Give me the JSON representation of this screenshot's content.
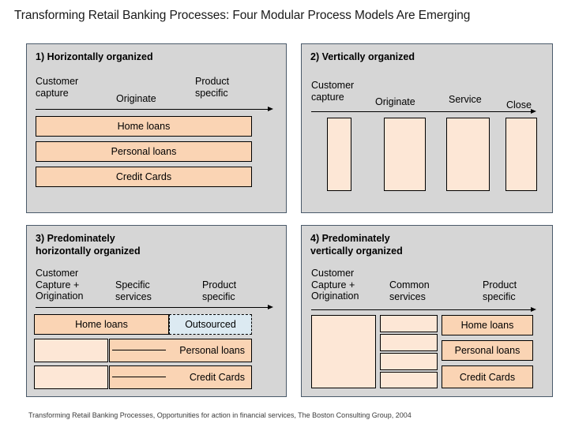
{
  "slide": {
    "title": "Transforming Retail Banking Processes: Four Modular Process Models Are Emerging",
    "footnote": "Transforming Retail Banking Processes, Opportunities for action in financial services, The Boston Consulting Group, 2004"
  },
  "colors": {
    "panel_background": "#d6d6d6",
    "panel_border": "#4a5a6a",
    "peach_dark": "#fad4b4",
    "peach_light": "#fde7d6",
    "outsourced_blue": "#dceaf2",
    "page_background": "#ffffff"
  },
  "panels": [
    {
      "id": "1",
      "heading": "1) Horizontally organized",
      "stage_labels": [
        "Customer\ncapture",
        "Originate",
        "Product\nspecific"
      ],
      "bars": [
        "Home loans",
        "Personal loans",
        "Credit Cards"
      ]
    },
    {
      "id": "2",
      "heading": "2) Vertically organized",
      "stage_labels": [
        "Customer\ncapture",
        "Originate",
        "Service",
        "Close"
      ],
      "columns": [
        "",
        "",
        "",
        ""
      ]
    },
    {
      "id": "3",
      "heading": "3) Predominately\n   horizontally  organized",
      "stage_labels": [
        "Customer\nCapture +\nOrigination",
        "Specific\nservices",
        "Product\nspecific"
      ],
      "row1": {
        "left_label": "Home loans",
        "right_label": "Outsourced"
      },
      "row2": {
        "left_label": "",
        "right_label": "Personal loans"
      },
      "row3": {
        "left_label": "",
        "right_label": "Credit Cards"
      }
    },
    {
      "id": "4",
      "heading": "4) Predominately\n   vertically organized",
      "stage_labels": [
        "Customer\nCapture +\nOrigination",
        "Common\nservices",
        "Product\nspecific"
      ],
      "common_services": [
        "",
        "",
        "",
        ""
      ],
      "products": [
        "Home loans",
        "Personal loans",
        "Credit Cards"
      ]
    }
  ]
}
